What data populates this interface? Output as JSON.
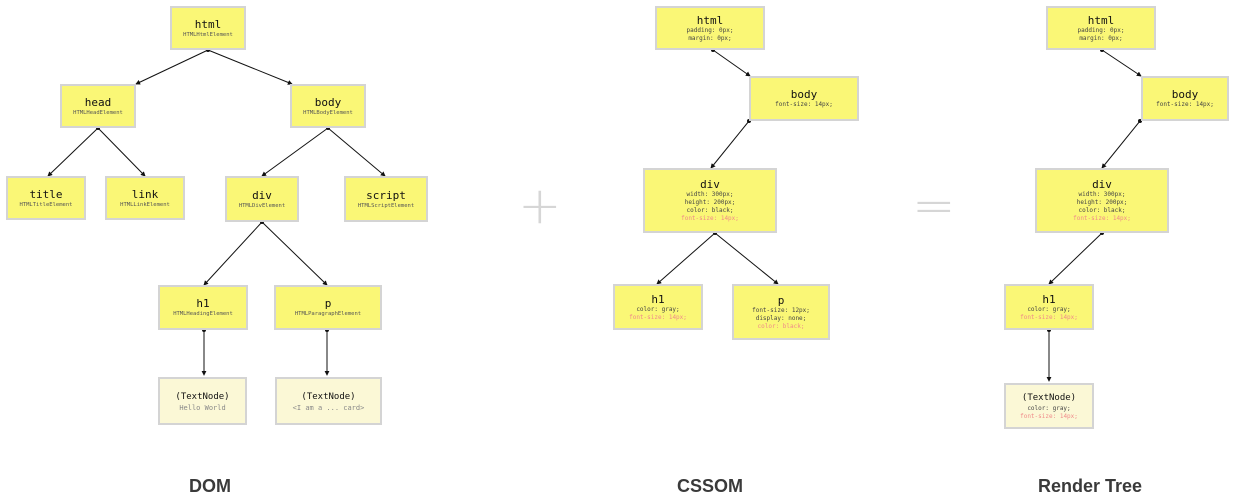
{
  "dom": {
    "caption": "DOM",
    "html": {
      "tag": "html",
      "type": "HTMLHtmlElement"
    },
    "head": {
      "tag": "head",
      "type": "HTMLHeadElement"
    },
    "body": {
      "tag": "body",
      "type": "HTMLBodyElement"
    },
    "title": {
      "tag": "title",
      "type": "HTMLTitleElement"
    },
    "link": {
      "tag": "link",
      "type": "HTMLLinkElement"
    },
    "div": {
      "tag": "div",
      "type": "HTMLDivElement"
    },
    "script": {
      "tag": "script",
      "type": "HTMLScriptElement"
    },
    "h1": {
      "tag": "h1",
      "type": "HTMLHeadingElement"
    },
    "p": {
      "tag": "p",
      "type": "HTMLParagraphElement"
    },
    "text1": {
      "tag": "(TextNode)",
      "content": "Hello World"
    },
    "text2": {
      "tag": "(TextNode)",
      "content": "<I am a ... card>"
    }
  },
  "plus": "+",
  "equals": "=",
  "cssom": {
    "caption": "CSSOM",
    "html": {
      "tag": "html",
      "rules": [
        "padding: 0px;",
        "margin: 0px;"
      ]
    },
    "body": {
      "tag": "body",
      "rules": [
        "font-size: 14px;"
      ]
    },
    "div": {
      "tag": "div",
      "rules": [
        "width: 300px;",
        "height: 200px;",
        "color: black;"
      ],
      "inherited": [
        "font-size: 14px;"
      ]
    },
    "h1": {
      "tag": "h1",
      "rules": [
        "color: gray;"
      ],
      "inherited": [
        "font-size: 14px;"
      ]
    },
    "p": {
      "tag": "p",
      "rules": [
        "font-size: 12px;",
        "display: none;"
      ],
      "inherited": [
        "color: black;"
      ]
    }
  },
  "render": {
    "caption": "Render Tree",
    "html": {
      "tag": "html",
      "rules": [
        "padding: 0px;",
        "margin: 0px;"
      ]
    },
    "body": {
      "tag": "body",
      "rules": [
        "font-size: 14px;"
      ]
    },
    "div": {
      "tag": "div",
      "rules": [
        "width: 300px;",
        "height: 200px;",
        "color: black;"
      ],
      "inherited": [
        "font-size: 14px;"
      ]
    },
    "h1": {
      "tag": "h1",
      "rules": [
        "color: gray;"
      ],
      "inherited": [
        "font-size: 14px;"
      ]
    },
    "text": {
      "tag": "(TextNode)",
      "rules": [
        "color: gray;"
      ],
      "inherited": [
        "font-size: 14px;"
      ]
    }
  },
  "colors": {
    "node_fill": "#faf776",
    "text_node_fill": "#fbf8d6",
    "border": "#d4d4d4",
    "inherited_text": "#f08a8a"
  }
}
